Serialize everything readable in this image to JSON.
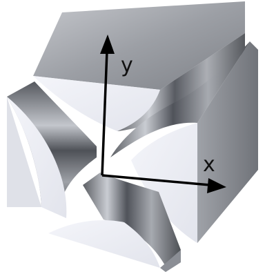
{
  "diagram": {
    "axes": {
      "x_label": "x",
      "y_label": "y"
    },
    "colors": {
      "face_light": "#eef0f6",
      "face_side": "#8b8e95",
      "face_dark": "#5a5d62",
      "top_face": "#9a9da4",
      "arrow": "#000000"
    },
    "electrodes": [
      "top-left",
      "bottom-right",
      "left",
      "bottom"
    ]
  }
}
